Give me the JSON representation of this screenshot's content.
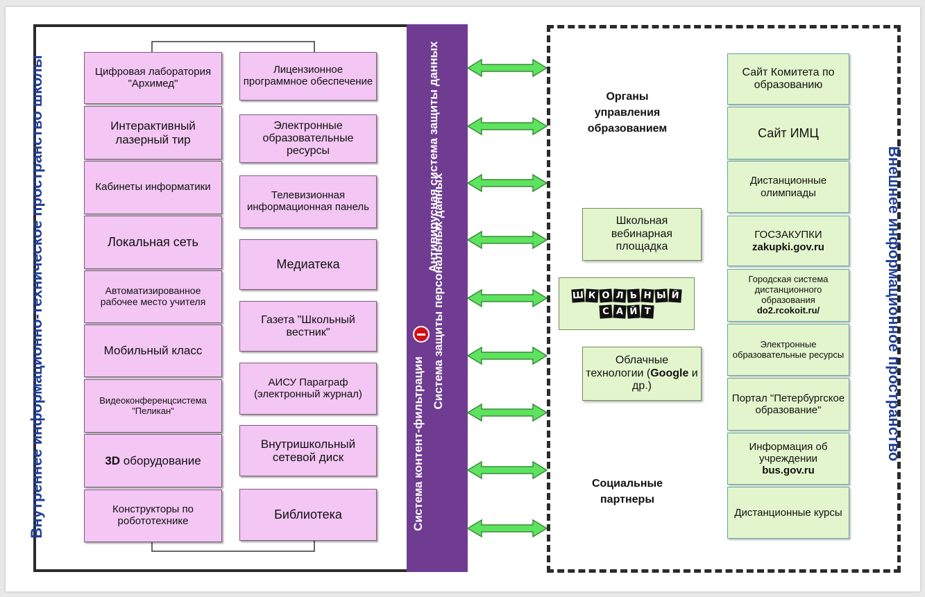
{
  "internal_title": "Внутреннее информационно-техническое пространство школы",
  "external_title": "Внешнее информационное пространство",
  "left_column": [
    {
      "text": "Цифровая лаборатория \"Архимед\"",
      "size": 15
    },
    {
      "text": "Интерактивный лазерный тир",
      "size": 17
    },
    {
      "text": "Кабинеты информатики",
      "size": 15
    },
    {
      "text": "Локальная сеть",
      "size": 18
    },
    {
      "text": "Автоматизированное рабочее место учителя",
      "size": 14
    },
    {
      "text": "Мобильный класс",
      "size": 17
    },
    {
      "text": "Видеоконференцсистема \"Пеликан\"",
      "size": 13
    },
    {
      "text": "оборудование",
      "bold_prefix": "3D",
      "size": 17
    },
    {
      "text": "Конструкторы по робототехнике",
      "size": 15
    }
  ],
  "middle_column": [
    {
      "text": "Лицензионное программное обеспечение",
      "size": 15
    },
    {
      "text": "Электронные образовательные ресурсы",
      "size": 16
    },
    {
      "text": "Телевизионная информационная панель",
      "size": 15
    },
    {
      "text": "Медиатека",
      "size": 18
    },
    {
      "text": "Газета \"Школьный вестник\"",
      "size": 16
    },
    {
      "text": "АИСУ Параграф (электронный журнал)",
      "size": 15
    },
    {
      "text": "Внутришкольный сетевой диск",
      "size": 17
    },
    {
      "text": "Библиотека",
      "size": 18
    }
  ],
  "bar": {
    "line1": "Система контент-фильтрации",
    "line2": "Антивирусная система защиты данных",
    "line3": "Система защиты персональных данных",
    "icon": "stop-sign-icon"
  },
  "center": {
    "governance": "Органы управления образованием",
    "webinar": "Школьная вебинарная площадка",
    "school_site_line1": "ШКОЛЬНЫЙ",
    "school_site_line2": "САЙТ",
    "cloud_pre": "Облачные технологии (",
    "cloud_bold": "Google",
    "cloud_post": " и др.)",
    "social": "Социальные партнеры"
  },
  "right_column": [
    {
      "text": "Сайт Комитета по образованию",
      "size": 16
    },
    {
      "text": "Сайт ИМЦ",
      "size": 18
    },
    {
      "text": "Дистанционные олимпиады",
      "size": 15
    },
    {
      "text": "ГОСЗАКУПКИ",
      "bold": "zakupki.gov.ru",
      "size": 15
    },
    {
      "text": "Городская система дистанционного образования",
      "bold": "do2.rcokoit.ru/",
      "size": 13
    },
    {
      "text": "Электронные образовательные ресурсы",
      "size": 13
    },
    {
      "text": "Портал \"Петербургское образование\"",
      "size": 15
    },
    {
      "text": "Информация об учреждении",
      "bold": "bus.gov.ru",
      "size": 15
    },
    {
      "text": "Дистанционные курсы",
      "size": 15
    }
  ],
  "colors": {
    "pink_box": "#f3c6f3",
    "green_box": "#e3f5cc",
    "purple_bar": "#6f3c92",
    "arrow": "#5ee35e",
    "title_blue": "#1f3d99"
  }
}
